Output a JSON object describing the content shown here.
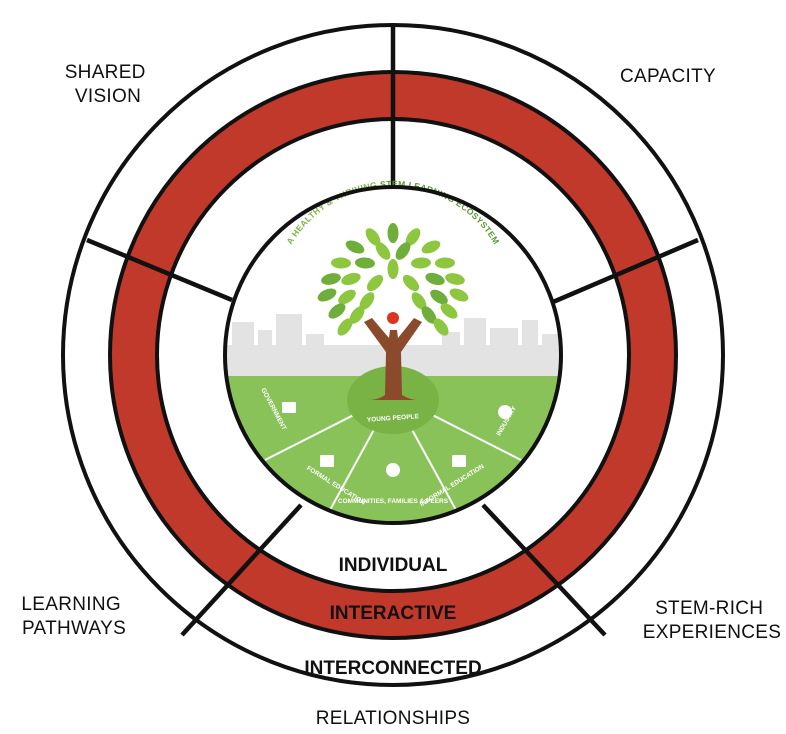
{
  "colors": {
    "ring_red": "#c0392b",
    "leaf_green": "#8dc63f",
    "leaf_dark": "#6fae3a",
    "ground_green": "#8ac25a",
    "trunk_brown": "#8b4a2b",
    "skyline_gray": "#e3e3e3",
    "line_black": "#111111"
  },
  "outer_labels": {
    "shared_vision_1": "SHARED",
    "shared_vision_2": "VISION",
    "capacity": "CAPACITY",
    "learning_pathways_1": "LEARNING",
    "learning_pathways_2": "PATHWAYS",
    "stem_rich_1": "STEM-RICH",
    "stem_rich_2": "EXPERIENCES",
    "relationships": "RELATIONSHIPS"
  },
  "ring_labels": {
    "individual": "INDIVIDUAL",
    "interactive": "INTERACTIVE",
    "interconnected": "INTERCONNECTED"
  },
  "ecosystem": {
    "arc_title_part1": "A HEALTHY & THRIVING ",
    "arc_title_part2": "STEM LEARNING ECOSYSTEM",
    "center_label": "YOUNG PEOPLE",
    "segments": [
      "GOVERNMENT",
      "FORMAL EDUCATION",
      "COMMUNITIES, FAMILIES & PEERS",
      "INFORMAL EDUCATION",
      "INDUSTRY"
    ]
  }
}
